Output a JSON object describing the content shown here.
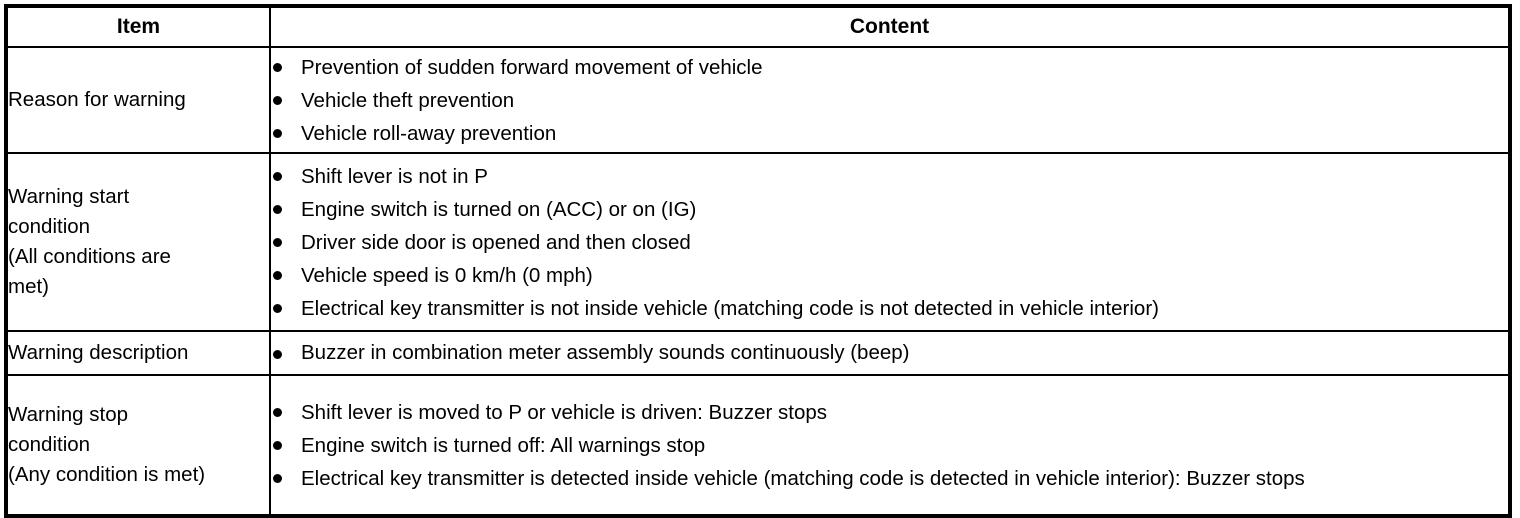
{
  "table": {
    "headers": {
      "item": "Item",
      "content": "Content"
    },
    "rows": [
      {
        "item_lines": [
          "Reason for warning"
        ],
        "bullets": [
          "Prevention of sudden forward movement of vehicle",
          "Vehicle theft prevention",
          "Vehicle roll-away prevention"
        ]
      },
      {
        "item_lines": [
          "Warning start",
          "condition",
          "(All conditions are",
          "met)"
        ],
        "bullets": [
          "Shift lever is not in P",
          "Engine switch is turned on (ACC) or on (IG)",
          "Driver side door is opened and then closed",
          "Vehicle speed is 0 km/h (0 mph)",
          "Electrical key transmitter is not inside vehicle (matching code is not detected in vehicle interior)"
        ]
      },
      {
        "item_lines": [
          "Warning description"
        ],
        "bullets": [
          "Buzzer in combination meter assembly sounds continuously (beep)"
        ]
      },
      {
        "item_lines": [
          "Warning stop",
          "condition",
          "(Any condition is met)"
        ],
        "bullets": [
          "Shift lever is moved to P or vehicle is driven: Buzzer stops",
          "Engine switch is turned off: All warnings stop",
          "Electrical key transmitter is detected inside vehicle (matching code is detected in vehicle interior): Buzzer stops"
        ]
      }
    ]
  },
  "colors": {
    "border": "#000000",
    "text": "#000000",
    "background": "#ffffff"
  }
}
